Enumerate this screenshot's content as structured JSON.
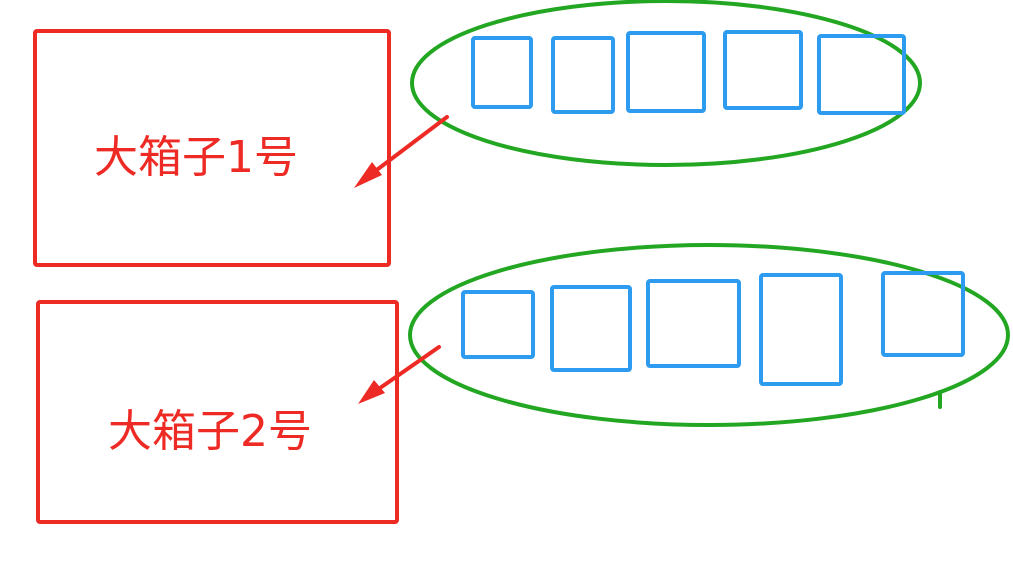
{
  "colors": {
    "big_box": "#ee2a24",
    "small_box": "#2d9bf0",
    "group_ellipse": "#23a723",
    "arrow": "#ee2a24",
    "background": "#ffffff"
  },
  "big_boxes": [
    {
      "label": "大箱子1号"
    },
    {
      "label": "大箱子2号"
    }
  ],
  "groups": [
    {
      "small_box_count": 5
    },
    {
      "small_box_count": 5
    }
  ]
}
